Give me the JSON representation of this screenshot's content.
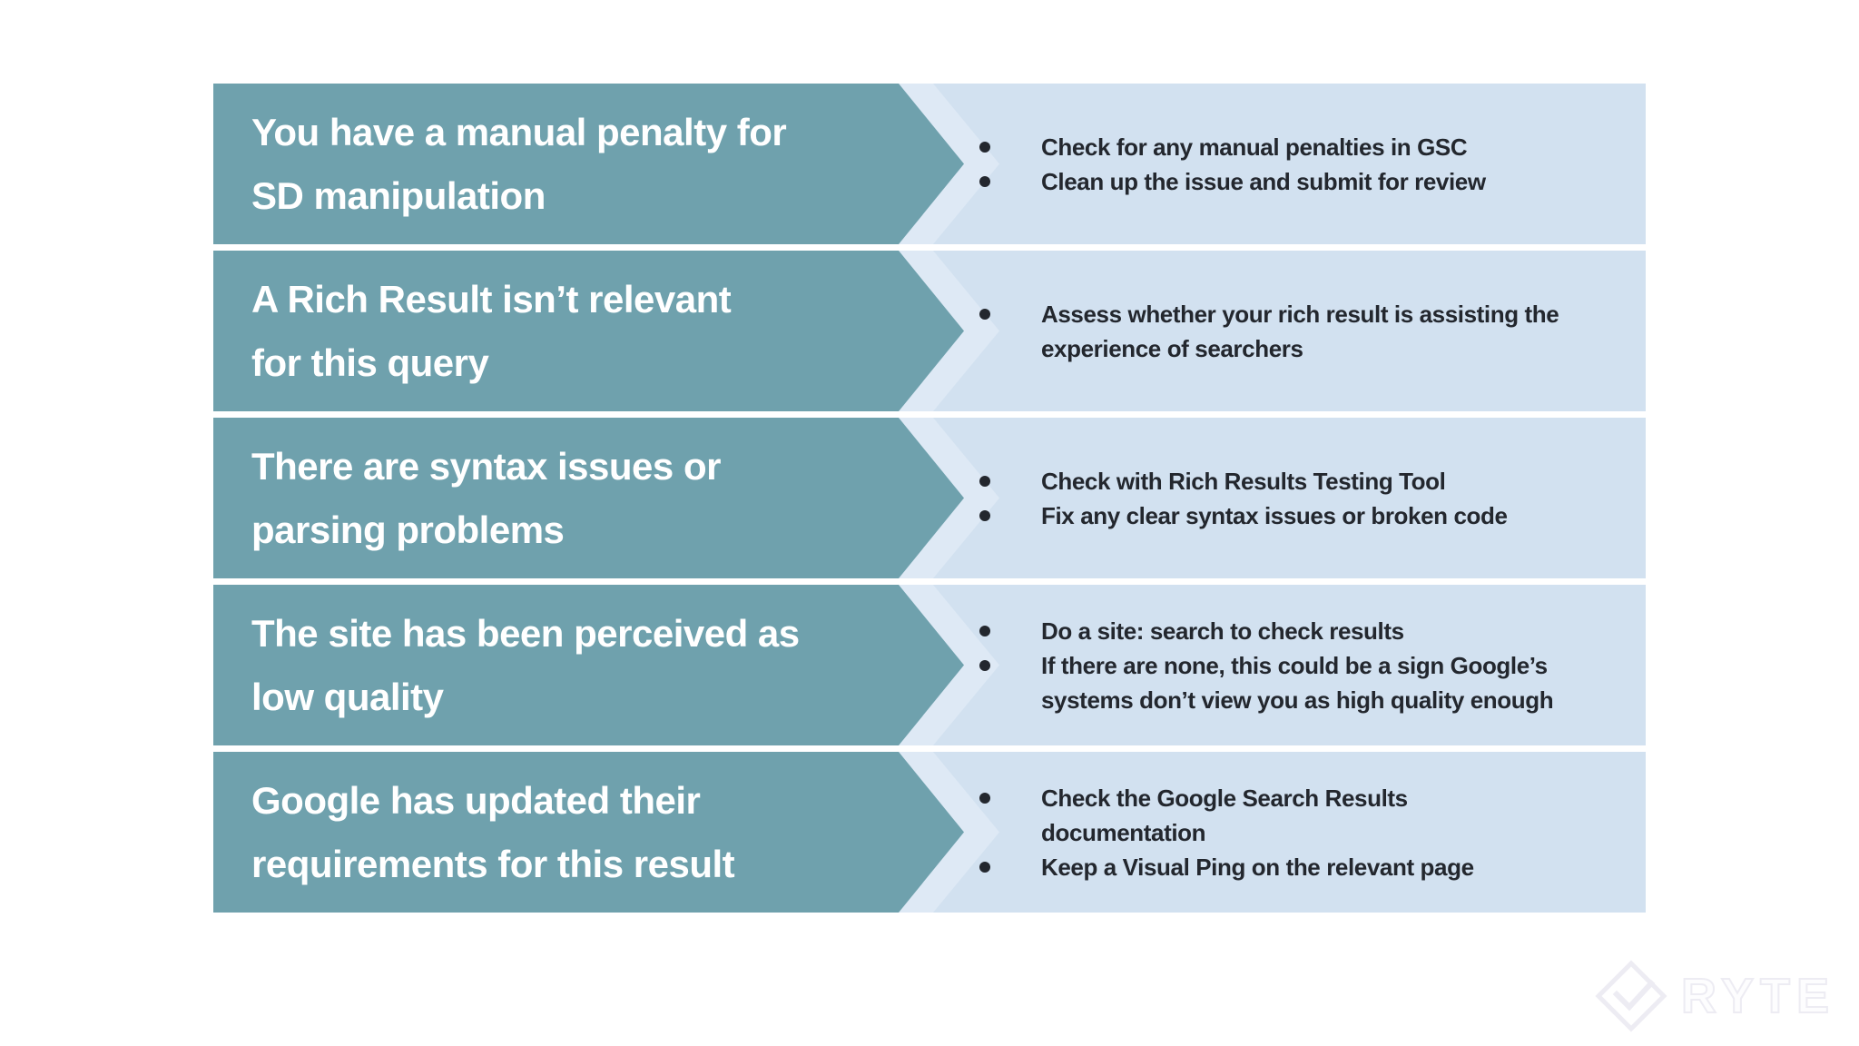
{
  "colors": {
    "arrow_teal": "#6FA1AD",
    "panel_blue": "#D2E1F0",
    "ghost_blue": "#DEE9F5",
    "text_dark": "#23272E",
    "header_text": "#FFFFFF",
    "watermark": "#EDECF3"
  },
  "rows": [
    {
      "title": "You have a manual penalty for\nSD manipulation",
      "bullets": [
        "Check for any manual penalties in GSC",
        "Clean up the issue and submit for review"
      ]
    },
    {
      "title": "A Rich Result isn’t relevant\nfor this query",
      "bullets": [
        "Assess whether your rich result is assisting the\nexperience of searchers"
      ]
    },
    {
      "title": "There are syntax issues or\nparsing problems",
      "bullets": [
        "Check with Rich Results Testing Tool",
        "Fix any clear syntax issues or broken code"
      ]
    },
    {
      "title": "The site has been perceived as\nlow quality",
      "bullets": [
        "Do a site: search to check results",
        "If there are none, this could be a sign Google’s\nsystems don’t view you as high quality enough"
      ]
    },
    {
      "title": "Google has updated their\nrequirements for this result",
      "bullets": [
        "Check the Google Search Results\ndocumentation",
        "Keep a Visual Ping on the relevant page"
      ]
    }
  ],
  "watermark": {
    "brand": "RYTE"
  }
}
